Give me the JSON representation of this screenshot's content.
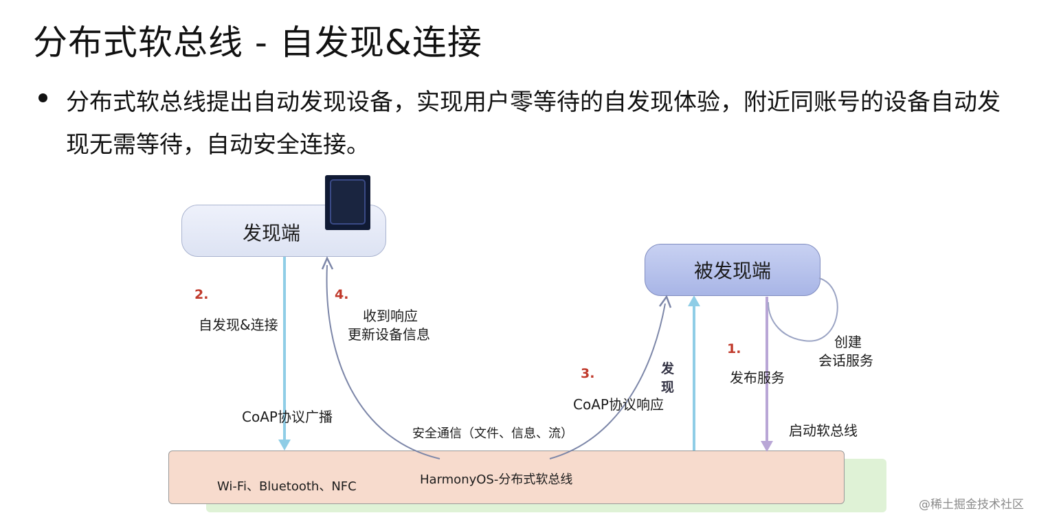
{
  "slide": {
    "title": "分布式软总线 - 自发现&连接",
    "bullet": "分布式软总线提出自动发现设备，实现用户零等待的自发现体验，附近同账号的设备自动发现无需等待，自动安全连接。"
  },
  "diagram": {
    "finder_label": "发现端",
    "found_label": "被发现端",
    "step2_num": "2.",
    "step2_text": "自发现&连接",
    "coap_broadcast": "CoAP协议广播",
    "step4_num": "4.",
    "step4_line1": "收到响应",
    "step4_line2": "更新设备信息",
    "step3_num": "3.",
    "coap_response": "CoAP协议响应",
    "secure_comm": "安全通信（文件、信息、流）",
    "discover_label": "发现",
    "step1_num": "1.",
    "publish_service": "发布服务",
    "create_line1": "创建",
    "create_line2": "会话服务",
    "start_bus": "启动软总线",
    "bus_left": "Wi-Fi、Bluetooth、NFC",
    "bus_center": "HarmonyOS-分布式软总线"
  },
  "watermark": "@稀土掘金技术社区",
  "colors": {
    "finder_bg": "#dde3f3",
    "found_bg": "#a8b5e6",
    "bus_bg": "#f7dbcd",
    "arrow_blue": "#8fcde6",
    "arrow_purple": "#b9a6d6",
    "arrow_gray": "#7c86a8",
    "step_red": "#c0392b"
  }
}
